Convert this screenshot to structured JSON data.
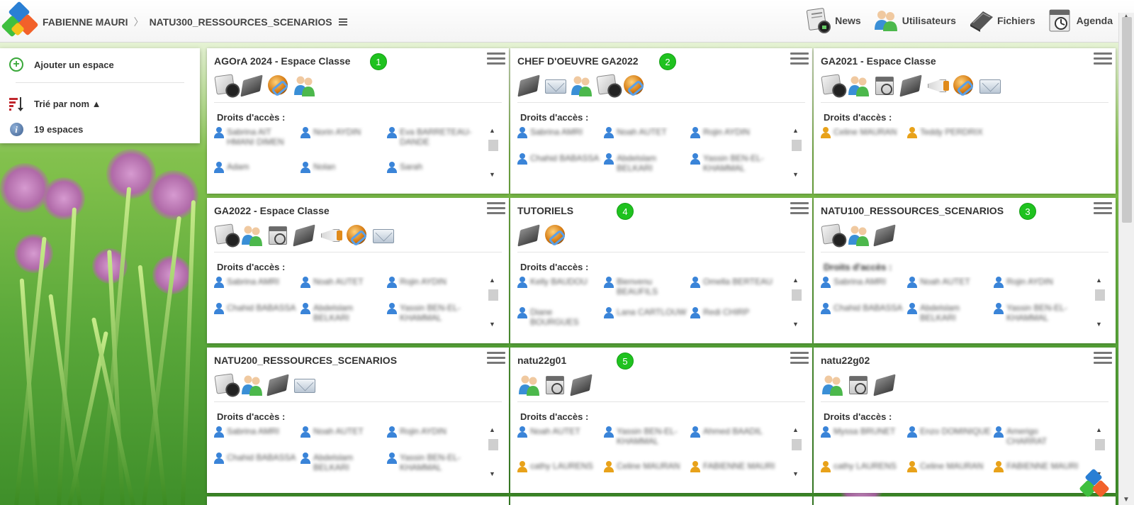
{
  "header": {
    "user": "FABIENNE MAURI",
    "space": "NATU300_RESSOURCES_SCENARIOS",
    "nav": [
      {
        "label": "News",
        "icon": "news-icon"
      },
      {
        "label": "Utilisateurs",
        "icon": "users-icon"
      },
      {
        "label": "Fichiers",
        "icon": "files-icon"
      },
      {
        "label": "Agenda",
        "icon": "agenda-icon"
      }
    ]
  },
  "sidebar": {
    "add_space": "Ajouter un espace",
    "sort": "Trié par nom ▲",
    "count": "19 espaces"
  },
  "access_label": "Droits d'accès :",
  "cards": [
    {
      "title": "AGOrA 2024 - Espace Classe",
      "badge": "1",
      "tools": [
        "news",
        "folder",
        "link",
        "users"
      ],
      "members": [
        [
          "Sabrina AIT HMANI DIMEN",
          "blue"
        ],
        [
          "Norin AYDIN",
          "blue"
        ],
        [
          "Eva BARRETEAU-DANDE",
          "blue"
        ],
        [
          "Adam",
          "blue"
        ],
        [
          "Nolan",
          "blue"
        ],
        [
          "Sarah",
          "blue"
        ]
      ]
    },
    {
      "title": "CHEF D'OEUVRE GA2022",
      "badge": "2",
      "tools": [
        "folder",
        "mail",
        "users",
        "news",
        "link"
      ],
      "members": [
        [
          "Sabrina AMRI",
          "blue"
        ],
        [
          "Noah AUTET",
          "blue"
        ],
        [
          "Rojin AYDIN",
          "blue"
        ],
        [
          "Chahid BABASSA",
          "blue"
        ],
        [
          "Abdelslam BELKARI",
          "blue"
        ],
        [
          "Yassin BEN-EL-KHAMMAL",
          "blue"
        ]
      ]
    },
    {
      "title": "GA2021 - Espace Classe",
      "badge": "",
      "tools": [
        "news",
        "users",
        "cal",
        "folder",
        "horn",
        "link",
        "mail"
      ],
      "members": [
        [
          "Celine MAURAN",
          "gold"
        ],
        [
          "Teddy PERDRIX",
          "gold"
        ]
      ]
    },
    {
      "title": "GA2022 - Espace Classe",
      "badge": "",
      "tools": [
        "news",
        "users",
        "cal",
        "folder",
        "horn",
        "link",
        "mail"
      ],
      "members": [
        [
          "Sabrina AMRI",
          "blue"
        ],
        [
          "Noah AUTET",
          "blue"
        ],
        [
          "Rojin AYDIN",
          "blue"
        ],
        [
          "Chahid BABASSA",
          "blue"
        ],
        [
          "Abdelslam BELKARI",
          "blue"
        ],
        [
          "Yassin BEN-EL-KHAMMAL",
          "blue"
        ]
      ]
    },
    {
      "title": "TUTORIELS",
      "badge": "4",
      "tools": [
        "folder",
        "link"
      ],
      "members": [
        [
          "Kelly BAUDOU",
          "blue"
        ],
        [
          "Bienvenu BEAUFILS",
          "blue"
        ],
        [
          "Omella BERTEAU",
          "blue"
        ],
        [
          "Diane BOURGUES",
          "blue"
        ],
        [
          "Lana CARTLOUW",
          "blue"
        ],
        [
          "Redi CHIRP",
          "blue"
        ]
      ]
    },
    {
      "title": "NATU100_RESSOURCES_SCENARIOS",
      "badge": "3",
      "tools": [
        "news",
        "users",
        "folder"
      ],
      "members": [
        [
          "Sabrina AMRI",
          "blue"
        ],
        [
          "Noah AUTET",
          "blue"
        ],
        [
          "Rojin AYDIN",
          "blue"
        ],
        [
          "Chahid BABASSA",
          "blue"
        ],
        [
          "Abdelslam BELKARI",
          "blue"
        ],
        [
          "Yassin BEN-EL-KHAMMAL",
          "blue"
        ]
      ]
    },
    {
      "title": "NATU200_RESSOURCES_SCENARIOS",
      "badge": "",
      "tools": [
        "news",
        "users",
        "folder",
        "mail"
      ],
      "members": [
        [
          "Sabrina AMRI",
          "blue"
        ],
        [
          "Noah AUTET",
          "blue"
        ],
        [
          "Rojin AYDIN",
          "blue"
        ],
        [
          "Chahid BABASSA",
          "blue"
        ],
        [
          "Abdelslam BELKARI",
          "blue"
        ],
        [
          "Yassin BEN-EL-KHAMMAL",
          "blue"
        ]
      ]
    },
    {
      "title": "natu22g01",
      "badge": "5",
      "tools": [
        "users",
        "cal",
        "folder"
      ],
      "members": [
        [
          "Noah AUTET",
          "blue"
        ],
        [
          "Yassin BEN-EL-KHAMMAL",
          "blue"
        ],
        [
          "Ahmed BAADIL",
          "blue"
        ],
        [
          "cathy LAURENS",
          "gold"
        ],
        [
          "Celine MAURAN",
          "gold"
        ],
        [
          "FABIENNE MAURI",
          "gold"
        ]
      ]
    },
    {
      "title": "natu22g02",
      "badge": "",
      "tools": [
        "users",
        "cal",
        "folder"
      ],
      "members": [
        [
          "Myssa BRUNET",
          "blue"
        ],
        [
          "Enzo DOMINIQUE",
          "blue"
        ],
        [
          "Amerigo CHARRAT",
          "blue"
        ],
        [
          "cathy LAURENS",
          "gold"
        ],
        [
          "Celine MAURAN",
          "gold"
        ],
        [
          "FABIENNE MAURI",
          "gold"
        ]
      ]
    }
  ]
}
